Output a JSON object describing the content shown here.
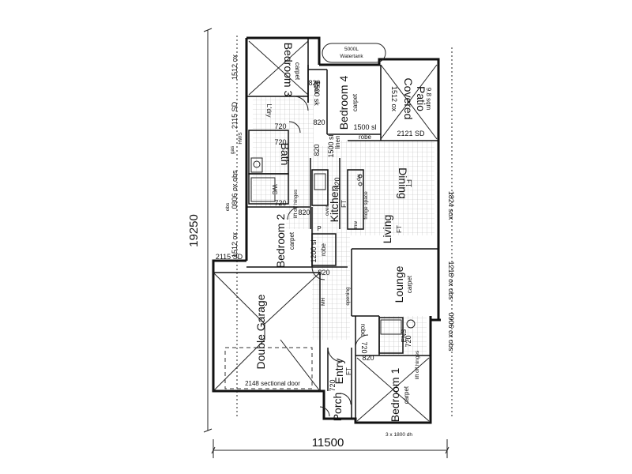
{
  "overall": {
    "width": "11500",
    "length": "19250"
  },
  "rooms": {
    "bedroom3": {
      "name": "Bedroom 3",
      "floor": "carpet"
    },
    "bedroom4": {
      "name": "Bedroom 4",
      "floor": "carpet"
    },
    "bedroom2": {
      "name": "Bedroom 2",
      "floor": "carpet"
    },
    "bedroom1": {
      "name": "Bedroom 1",
      "floor": "carpet"
    },
    "covered_patio": {
      "name_line1": "Covered",
      "name_line2": "Patio",
      "area": "9.8 sqm"
    },
    "dining": {
      "name": "Dining",
      "floor": "FT"
    },
    "living": {
      "name": "Living",
      "floor": "FT"
    },
    "kitchen": {
      "name": "Kitchen",
      "floor": "FT"
    },
    "lounge": {
      "name": "Lounge",
      "floor": "carpet"
    },
    "garage": {
      "name": "Double Garage"
    },
    "bathroom": {
      "name": "Bath"
    },
    "wc": {
      "name": "WC"
    },
    "ens": {
      "name": "ENS"
    },
    "entry": {
      "name": "Entry",
      "floor": "FT"
    },
    "porch": {
      "name": "Porch"
    },
    "laundry": {
      "name": "L'dry"
    }
  },
  "fixtures": {
    "robe": "robe",
    "linen": "linen",
    "water_tank_line1": "5000L",
    "water_tank_line2": "Watertank",
    "garage_door": "2148 sectional door",
    "window_bed1": "3 x 1800 dh",
    "mh": "MH",
    "hws": "HWS",
    "gas": "gas",
    "obs": "obs",
    "dw": "dw",
    "oven": "oven",
    "mw": "mw",
    "fridge": "fridge space",
    "lift_off_hinges": "lift off hinges",
    "pantry": "P",
    "bulkhead": "opening"
  },
  "dims": {
    "d1512_top": "1512 ox",
    "d2115_sd": "2115 SD",
    "d0806": "0806 ox obs",
    "d1512_mid": "1512 ox",
    "d2115_sd2": "2115 SD",
    "d1512_patio": "1512 ox",
    "d1500_sk": "1500 sk",
    "d1500_sl": "1500 sl",
    "d1500_sl2": "1500 sl",
    "d2121_sd": "2121 SD",
    "d1824": "1824 sox",
    "d1218": "1218 ox obs",
    "d0906": "0906 ox obs",
    "d1200_sl": "1200 sl",
    "d820a": "820",
    "d820b": "820",
    "d820c": "820",
    "d820d": "820",
    "d820e": "820",
    "d820f": "820",
    "d720a": "720",
    "d720b": "720",
    "d720c": "720",
    "d720d": "720",
    "d720e": "720",
    "d720f": "720",
    "d820g": "820"
  }
}
